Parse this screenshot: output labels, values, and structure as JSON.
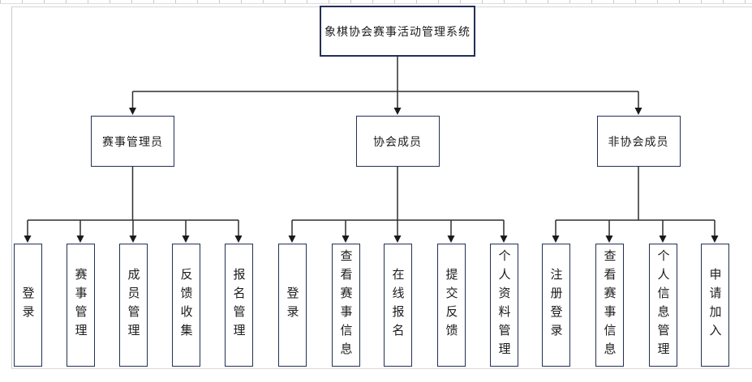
{
  "diagram": {
    "root_label": "象棋协会赛事活动管理系统",
    "branches": [
      {
        "label": "赛事管理员",
        "children": [
          "登录",
          "赛事管理",
          "成员管理",
          "反馈收集",
          "报名管理"
        ]
      },
      {
        "label": "协会成员",
        "children": [
          "登录",
          "查看赛事信息",
          "在线报名",
          "提交反馈",
          "个人资料管理"
        ]
      },
      {
        "label": "非协会成员",
        "children": [
          "注册登录",
          "查看赛事信息",
          "个人信息管理",
          "申请加入"
        ]
      }
    ],
    "colors": {
      "box_border": "#232f55",
      "connector_line": "#2f2f2f",
      "arrowhead": "#1a1a1a",
      "canvas_border": "#d4d4d4",
      "text": "#1c1c1c"
    }
  }
}
